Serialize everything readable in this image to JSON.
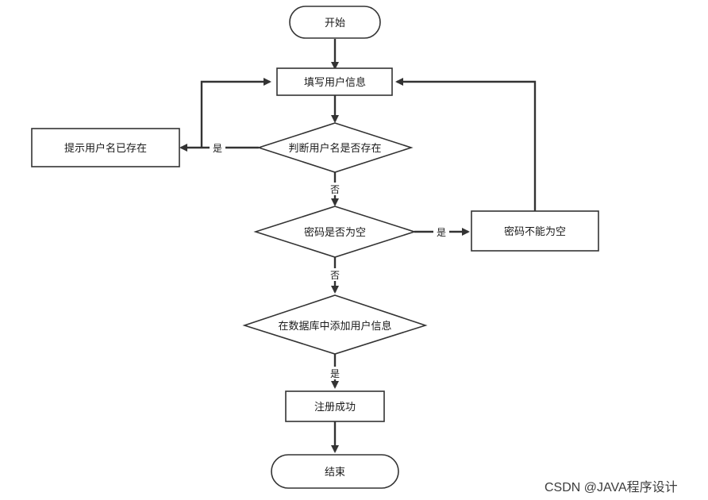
{
  "nodes": {
    "start": "开始",
    "fill_info": "填写用户信息",
    "check_exists": "判断用户名是否存在",
    "prompt_exists": "提示用户名已存在",
    "pwd_empty_check": "密码是否为空",
    "pwd_cannot_empty": "密码不能为空",
    "db_add": "在数据库中添加用户信息",
    "success": "注册成功",
    "end": "结束"
  },
  "edges": {
    "exists_yes": "是",
    "exists_no": "否",
    "pwd_yes": "是",
    "pwd_no": "否",
    "db_yes": "是"
  },
  "watermark": "CSDN @JAVA程序设计"
}
